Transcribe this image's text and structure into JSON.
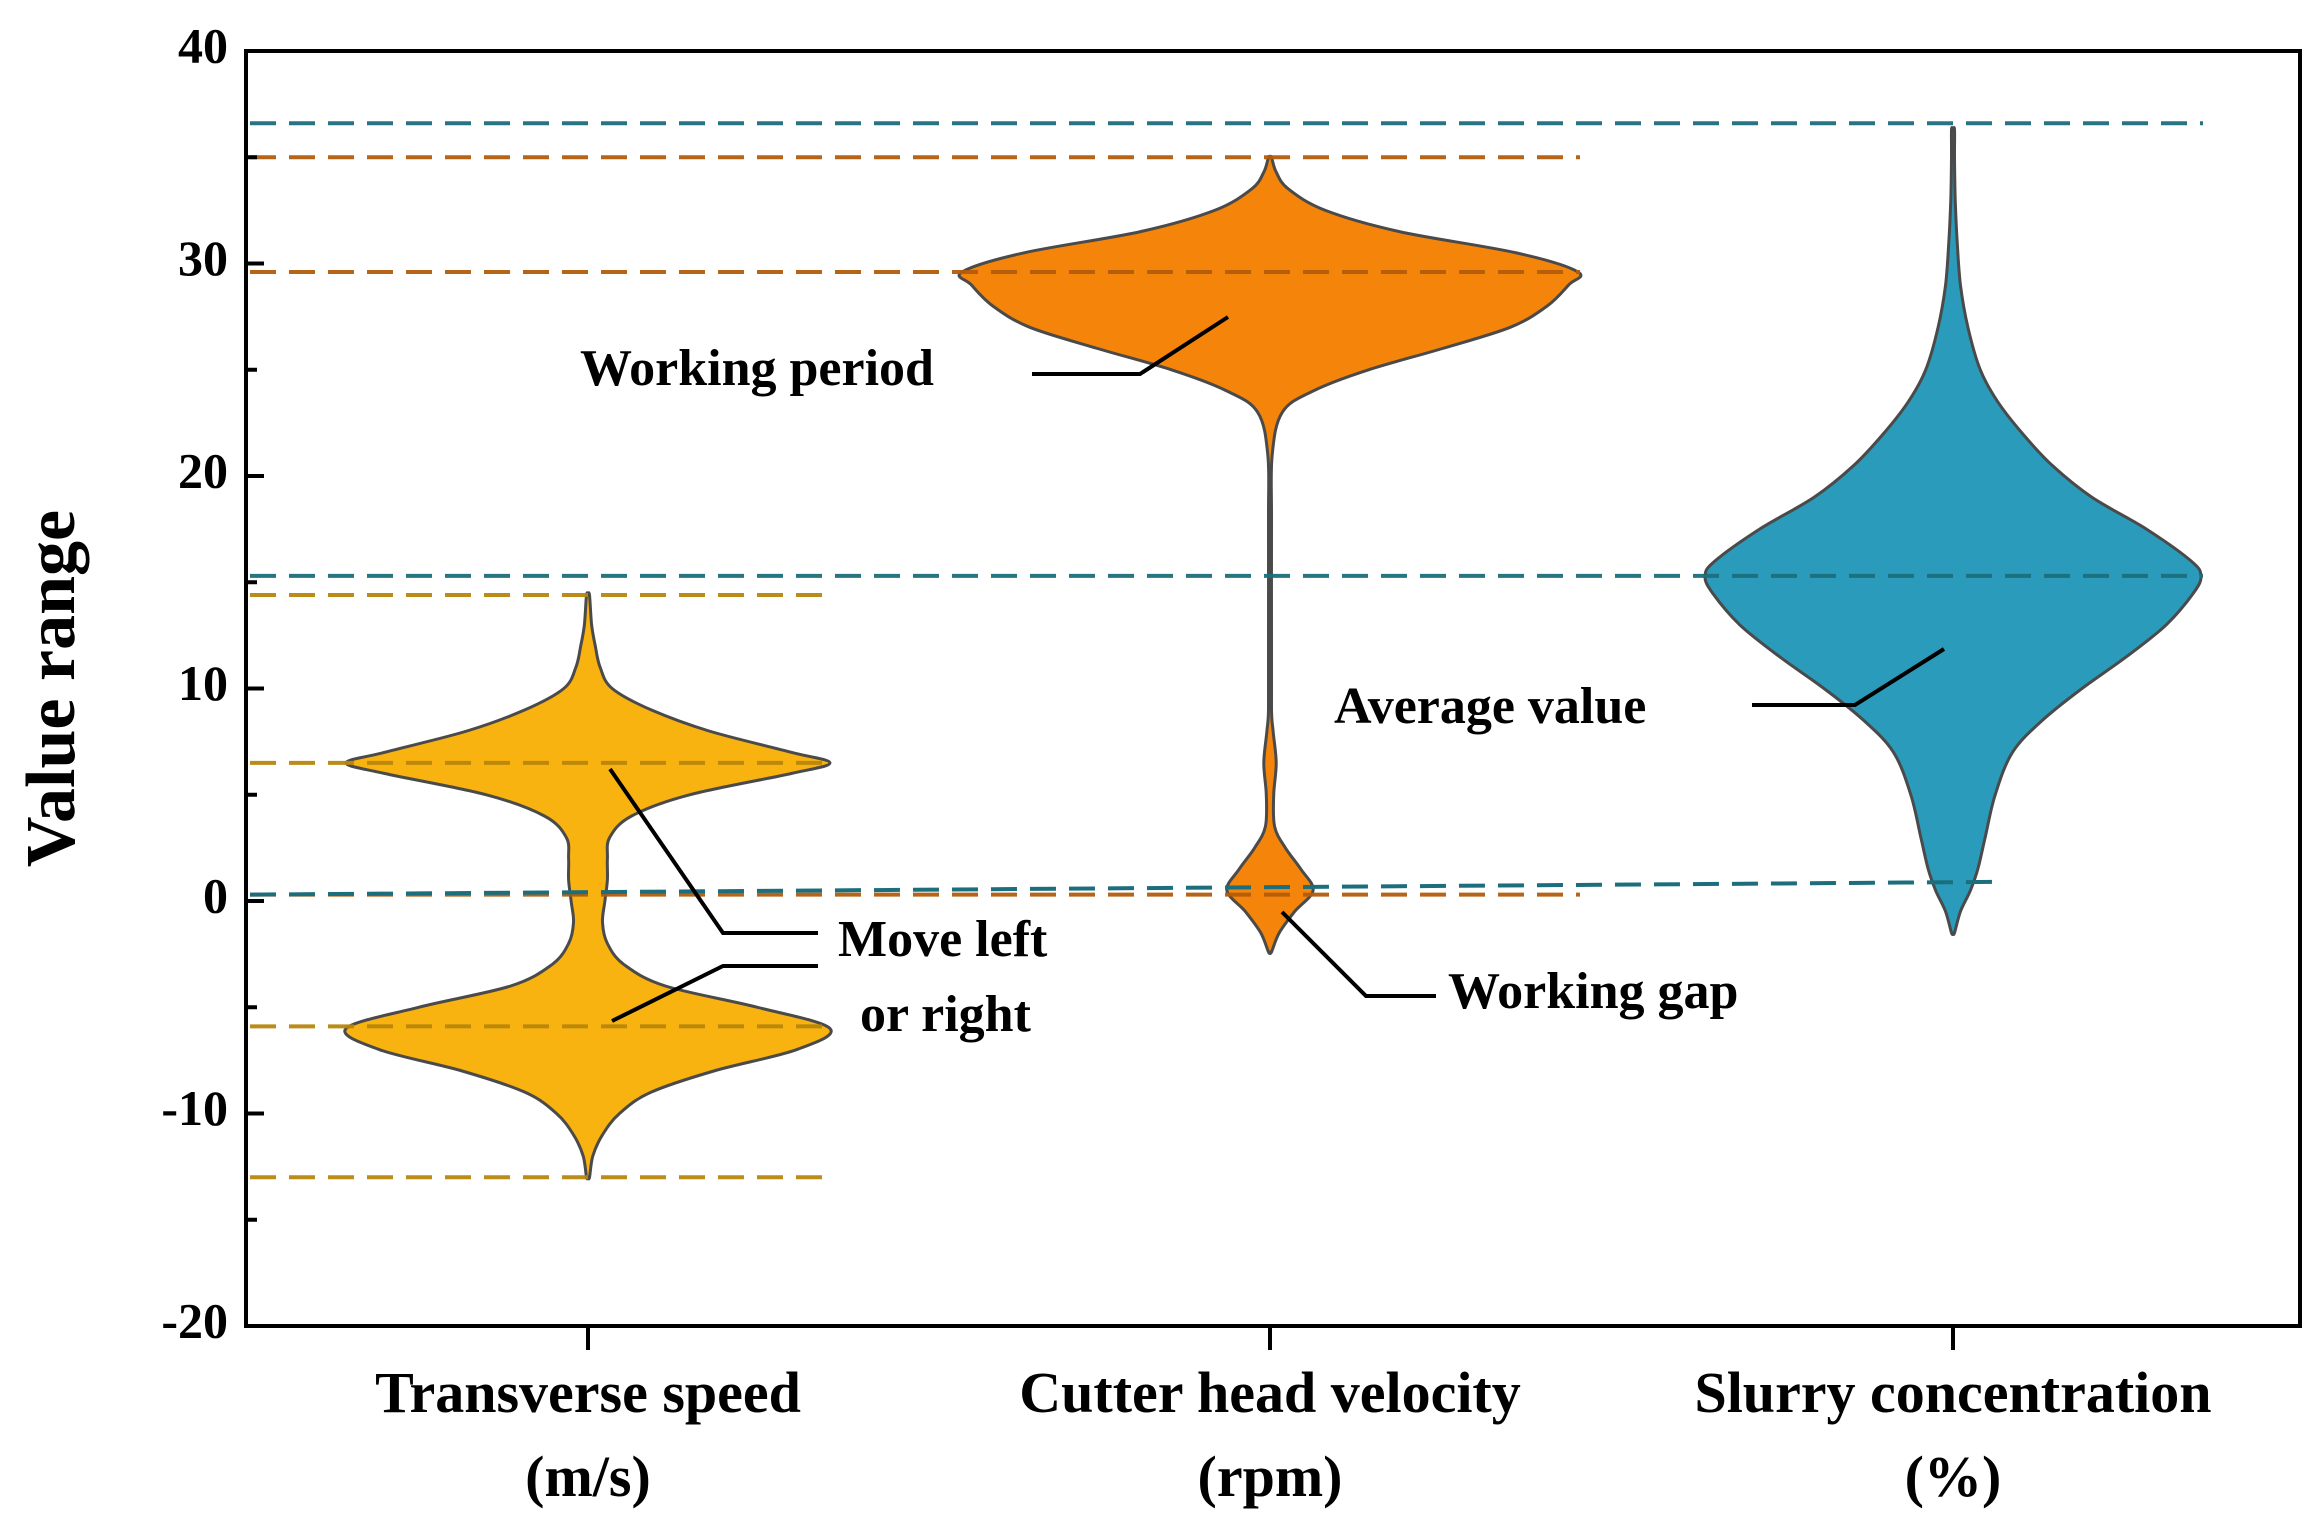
{
  "chart_data": {
    "type": "violin",
    "ylabel": "Value range",
    "ylim": [
      -20,
      40
    ],
    "yticks": [
      "40",
      "30",
      "20",
      "10",
      "0",
      "-10",
      "-20"
    ],
    "categories": [
      {
        "line1": "Transverse speed",
        "line2": "(m/s)"
      },
      {
        "line1": "Cutter head velocity",
        "line2": "(rpm)"
      },
      {
        "line1": "Slurry concentration",
        "line2": "(%)"
      }
    ],
    "series": [
      {
        "color": "#F9B310",
        "min": -13,
        "max": 14.4,
        "profile": [
          [
            -13,
            0
          ],
          [
            -12,
            0.02
          ],
          [
            -11,
            0.06
          ],
          [
            -10,
            0.13
          ],
          [
            -9,
            0.26
          ],
          [
            -8,
            0.52
          ],
          [
            -7,
            0.86
          ],
          [
            -6,
            1.0
          ],
          [
            -5,
            0.7
          ],
          [
            -4,
            0.32
          ],
          [
            -3,
            0.15
          ],
          [
            -2,
            0.08
          ],
          [
            -1,
            0.06
          ],
          [
            0,
            0.07
          ],
          [
            1,
            0.08
          ],
          [
            2,
            0.08
          ],
          [
            3,
            0.09
          ],
          [
            4,
            0.18
          ],
          [
            5,
            0.42
          ],
          [
            6,
            0.84
          ],
          [
            6.5,
            1.0
          ],
          [
            7,
            0.84
          ],
          [
            8,
            0.5
          ],
          [
            9,
            0.26
          ],
          [
            10,
            0.1
          ],
          [
            11,
            0.05
          ],
          [
            12,
            0.03
          ],
          [
            13,
            0.015
          ],
          [
            14.4,
            0
          ]
        ]
      },
      {
        "color": "#F5850A",
        "min": -2.4,
        "max": 35,
        "profile": [
          [
            -2.4,
            0
          ],
          [
            -1.5,
            0.03
          ],
          [
            -0.5,
            0.08
          ],
          [
            0.5,
            0.14
          ],
          [
            1.5,
            0.1
          ],
          [
            2.5,
            0.05
          ],
          [
            3.5,
            0.015
          ],
          [
            5,
            0.012
          ],
          [
            6.5,
            0.02
          ],
          [
            8,
            0.01
          ],
          [
            9,
            0.005
          ],
          [
            12,
            0.004
          ],
          [
            18,
            0.004
          ],
          [
            21,
            0.007
          ],
          [
            23,
            0.04
          ],
          [
            24,
            0.14
          ],
          [
            25,
            0.32
          ],
          [
            26,
            0.56
          ],
          [
            27,
            0.78
          ],
          [
            28,
            0.9
          ],
          [
            29,
            0.97
          ],
          [
            29.6,
            1.0
          ],
          [
            30.5,
            0.8
          ],
          [
            31.5,
            0.42
          ],
          [
            32.5,
            0.18
          ],
          [
            33.5,
            0.06
          ],
          [
            34.3,
            0.02
          ],
          [
            35,
            0
          ]
        ]
      },
      {
        "color": "#2A9BBA",
        "min": -1.5,
        "max": 36.3,
        "profile": [
          [
            -1.5,
            0
          ],
          [
            -0.5,
            0.03
          ],
          [
            0.5,
            0.07
          ],
          [
            1.5,
            0.1
          ],
          [
            3,
            0.13
          ],
          [
            5,
            0.17
          ],
          [
            7,
            0.24
          ],
          [
            8.5,
            0.36
          ],
          [
            10,
            0.52
          ],
          [
            11.5,
            0.7
          ],
          [
            13,
            0.86
          ],
          [
            14.5,
            0.97
          ],
          [
            15.3,
            1.0
          ],
          [
            16,
            0.96
          ],
          [
            17.5,
            0.78
          ],
          [
            19,
            0.56
          ],
          [
            20.5,
            0.4
          ],
          [
            22,
            0.28
          ],
          [
            23.5,
            0.18
          ],
          [
            25,
            0.11
          ],
          [
            27,
            0.06
          ],
          [
            29,
            0.03
          ],
          [
            31,
            0.017
          ],
          [
            33,
            0.009
          ],
          [
            35,
            0.004
          ],
          [
            36.3,
            0
          ]
        ]
      }
    ],
    "reference_lines": [
      {
        "y": 36.6,
        "color": "#1C6E7D",
        "x_end": "Slurry concentration"
      },
      {
        "y": 35,
        "color": "#B25C0C",
        "x_end": "Cutter head velocity"
      },
      {
        "y": 29.6,
        "color": "#B25C0C",
        "x_end": "Cutter head velocity"
      },
      {
        "y": 15.3,
        "color": "#1C6E7D",
        "x_end": "Slurry concentration"
      },
      {
        "y": 14.4,
        "color": "#B8860B",
        "x_end": "Transverse speed"
      },
      {
        "y": 6.5,
        "color": "#B8860B",
        "x_end": "Transverse speed"
      },
      {
        "y": 0.3,
        "color": "#B25C0C",
        "x_end": "Cutter head velocity"
      },
      {
        "y": -5.9,
        "color": "#B8860B",
        "x_end": "Transverse speed"
      },
      {
        "y": -13,
        "color": "#B8860B",
        "x_end": "Transverse speed"
      }
    ],
    "sloped_reference_line": {
      "from_y": 0.3,
      "to_y": 0.9,
      "color": "#1C6E7D"
    },
    "annotations": {
      "working_period": "Working period",
      "average_value": "Average value",
      "move_left_1": "Move left",
      "move_left_2": "or right",
      "working_gap": "Working gap"
    }
  }
}
